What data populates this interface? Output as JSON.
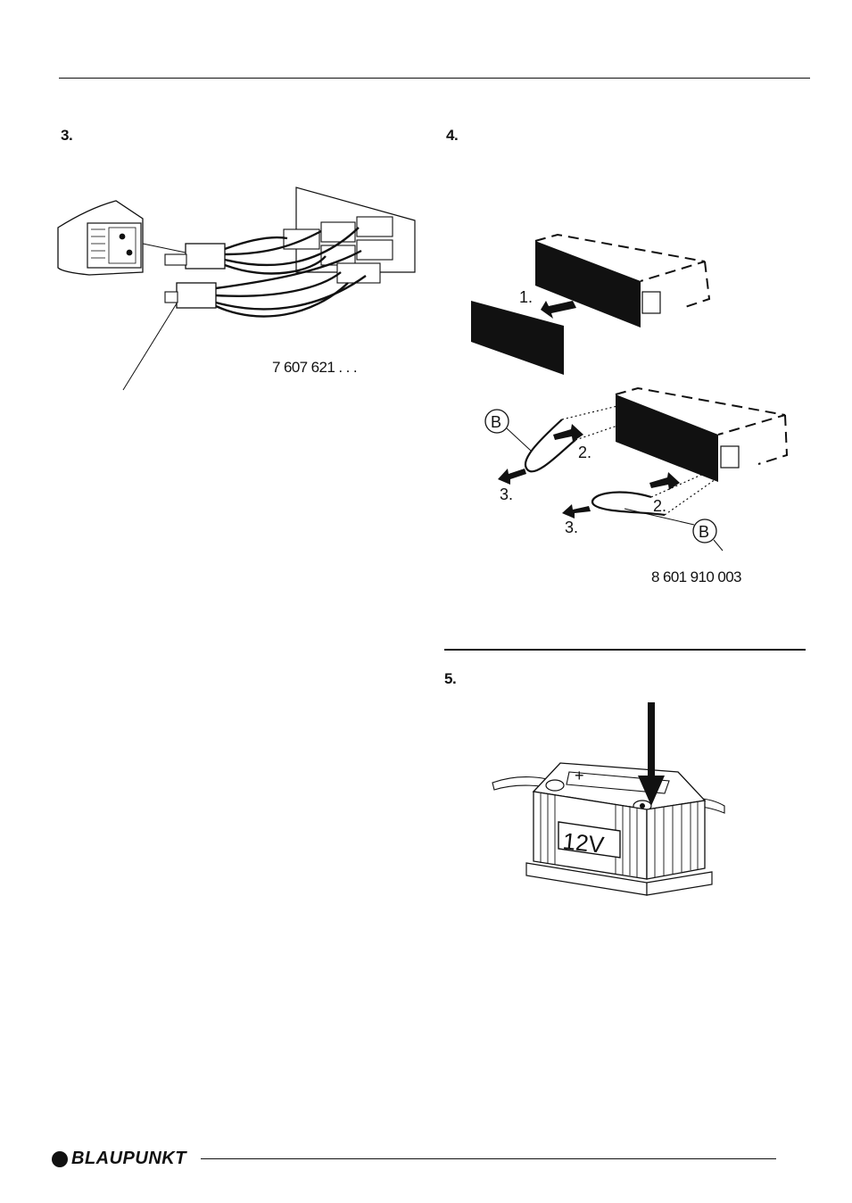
{
  "steps": {
    "s3": "3.",
    "s4": "4.",
    "s5": "5."
  },
  "fig3": {
    "part_number": "7 607 621 . . ."
  },
  "fig4": {
    "step1": "1.",
    "step2a": "2.",
    "step2b": "2.",
    "step3a": "3.",
    "step3b": "3.",
    "tool_label_a": "B",
    "tool_label_b": "B",
    "part_number": "8 601 910 003"
  },
  "fig5": {
    "battery_label": "12V"
  },
  "footer": {
    "brand": "BLAUPUNKT"
  }
}
